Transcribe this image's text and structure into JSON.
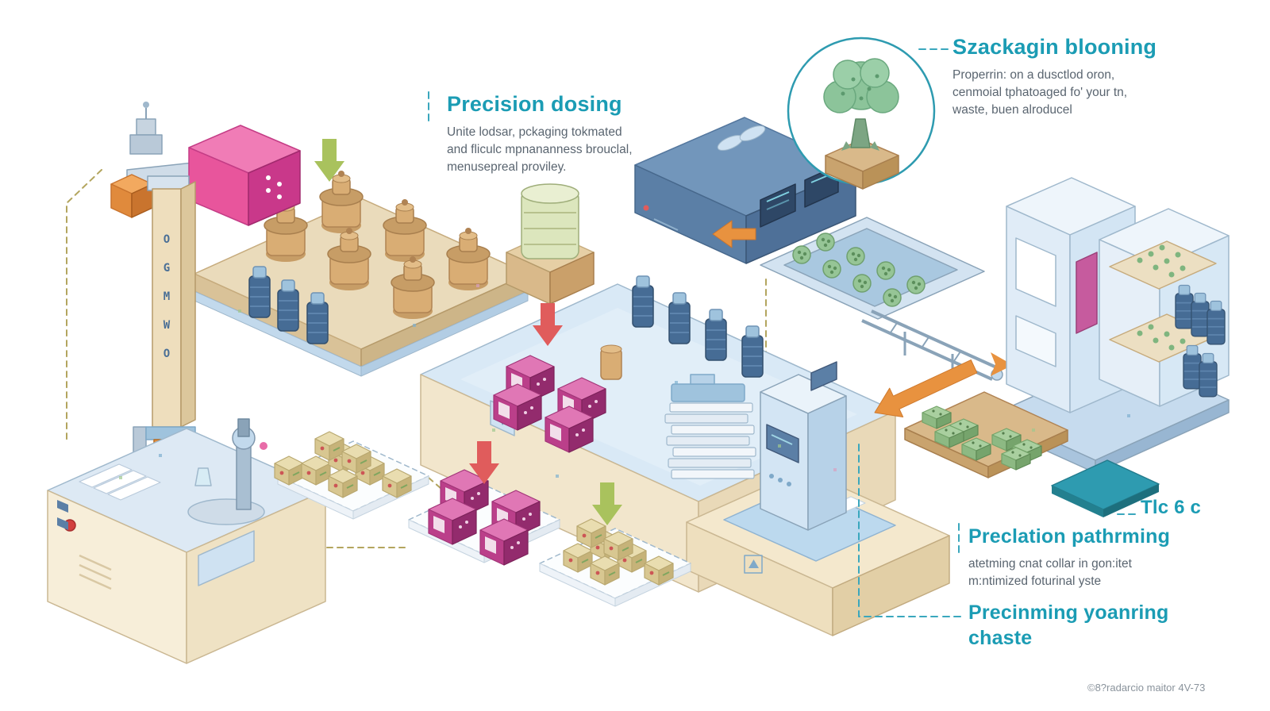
{
  "annotations": {
    "precision_dosing": {
      "title": "Precision dosing",
      "desc": [
        "Unite lodsar, pckaging tokmated",
        "and fliculc mpnananness brouclal,",
        "menusepreal proviley."
      ]
    },
    "szackagin_blooning": {
      "title": "Szackagin blooning",
      "desc": [
        "Properrin: on a dusctlod oron,",
        "cenmoial tphatoaged fo' your tn,",
        "waste, buen alroducel"
      ]
    },
    "tlc": {
      "title": "Tlc 6 c"
    },
    "preclation_pathrming": {
      "title": "Preclation pathrming",
      "desc": [
        "atetming cnat collar in gon:itet",
        "m:ntimized foturinal yste"
      ]
    },
    "precinming": {
      "title_line1": "Precinming yoanring",
      "title_line2": "chaste"
    },
    "footer": "©8?radarcio maitor 4V-73"
  },
  "machines": {
    "column_letters": [
      "O",
      "G",
      "M",
      "W",
      "O"
    ]
  },
  "colors": {
    "accent_teal": "#1b9cb4",
    "body_text": "#5a6570",
    "footer_text": "#8a939c",
    "magenta": "#bb3f8a",
    "pink_machine": "#e8559c",
    "tan": "#d9ad74",
    "light_blue": "#d3e5f4",
    "steel_blue": "#5b7fa6",
    "broccoli_green": "#96c596",
    "arrow_green": "#a9c25d",
    "arrow_red": "#e05c5c",
    "arrow_orange": "#e8923f",
    "teal_panel": "#2e9bb0",
    "dashed_olive": "#b3a55e",
    "dashed_teal": "#3aa7bd"
  }
}
